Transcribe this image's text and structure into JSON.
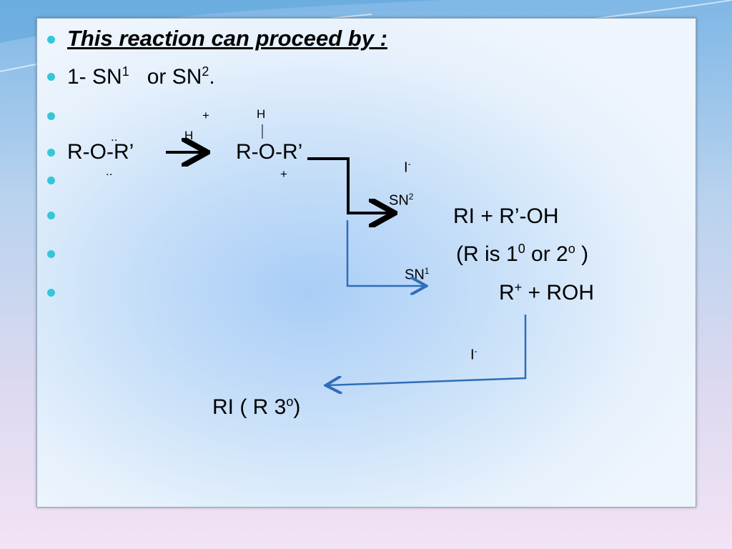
{
  "title": "This reaction can  proceed by :",
  "line1": {
    "prefix": "1- SN",
    "sup1": "1",
    "mid": "   or SN",
    "sup2": "2",
    "suffix": "."
  },
  "plus_top": "+",
  "h_top": "H",
  "h_arrow": "H",
  "dots_top": "..",
  "dots_bottom": "..",
  "reactant": "R-O-R’",
  "product": "R-O-R’",
  "plus_under": "+",
  "iodide1": {
    "base": "I",
    "sup": "-"
  },
  "sn2_label": {
    "base": "SN",
    "sup": "2"
  },
  "sn1_label": {
    "base": "SN",
    "sup": "1"
  },
  "ri_roh": "RI +  R’-OH",
  "r_is": {
    "prefix": "(R is 1",
    "sup1": "0",
    "mid": " or 2",
    "sup2": "o",
    "suffix": " )"
  },
  "rplus": {
    "base": "R",
    "sup": "+",
    "suffix": " + ROH"
  },
  "iodide2": {
    "base": "I",
    "sup": "-"
  },
  "ri3": {
    "prefix": "RI ( R 3",
    "sup": "o",
    "suffix": ")"
  },
  "colors": {
    "bullet": "#35c7d8",
    "blue_arrow": "#2f6db8",
    "black_arrow": "#000000"
  }
}
